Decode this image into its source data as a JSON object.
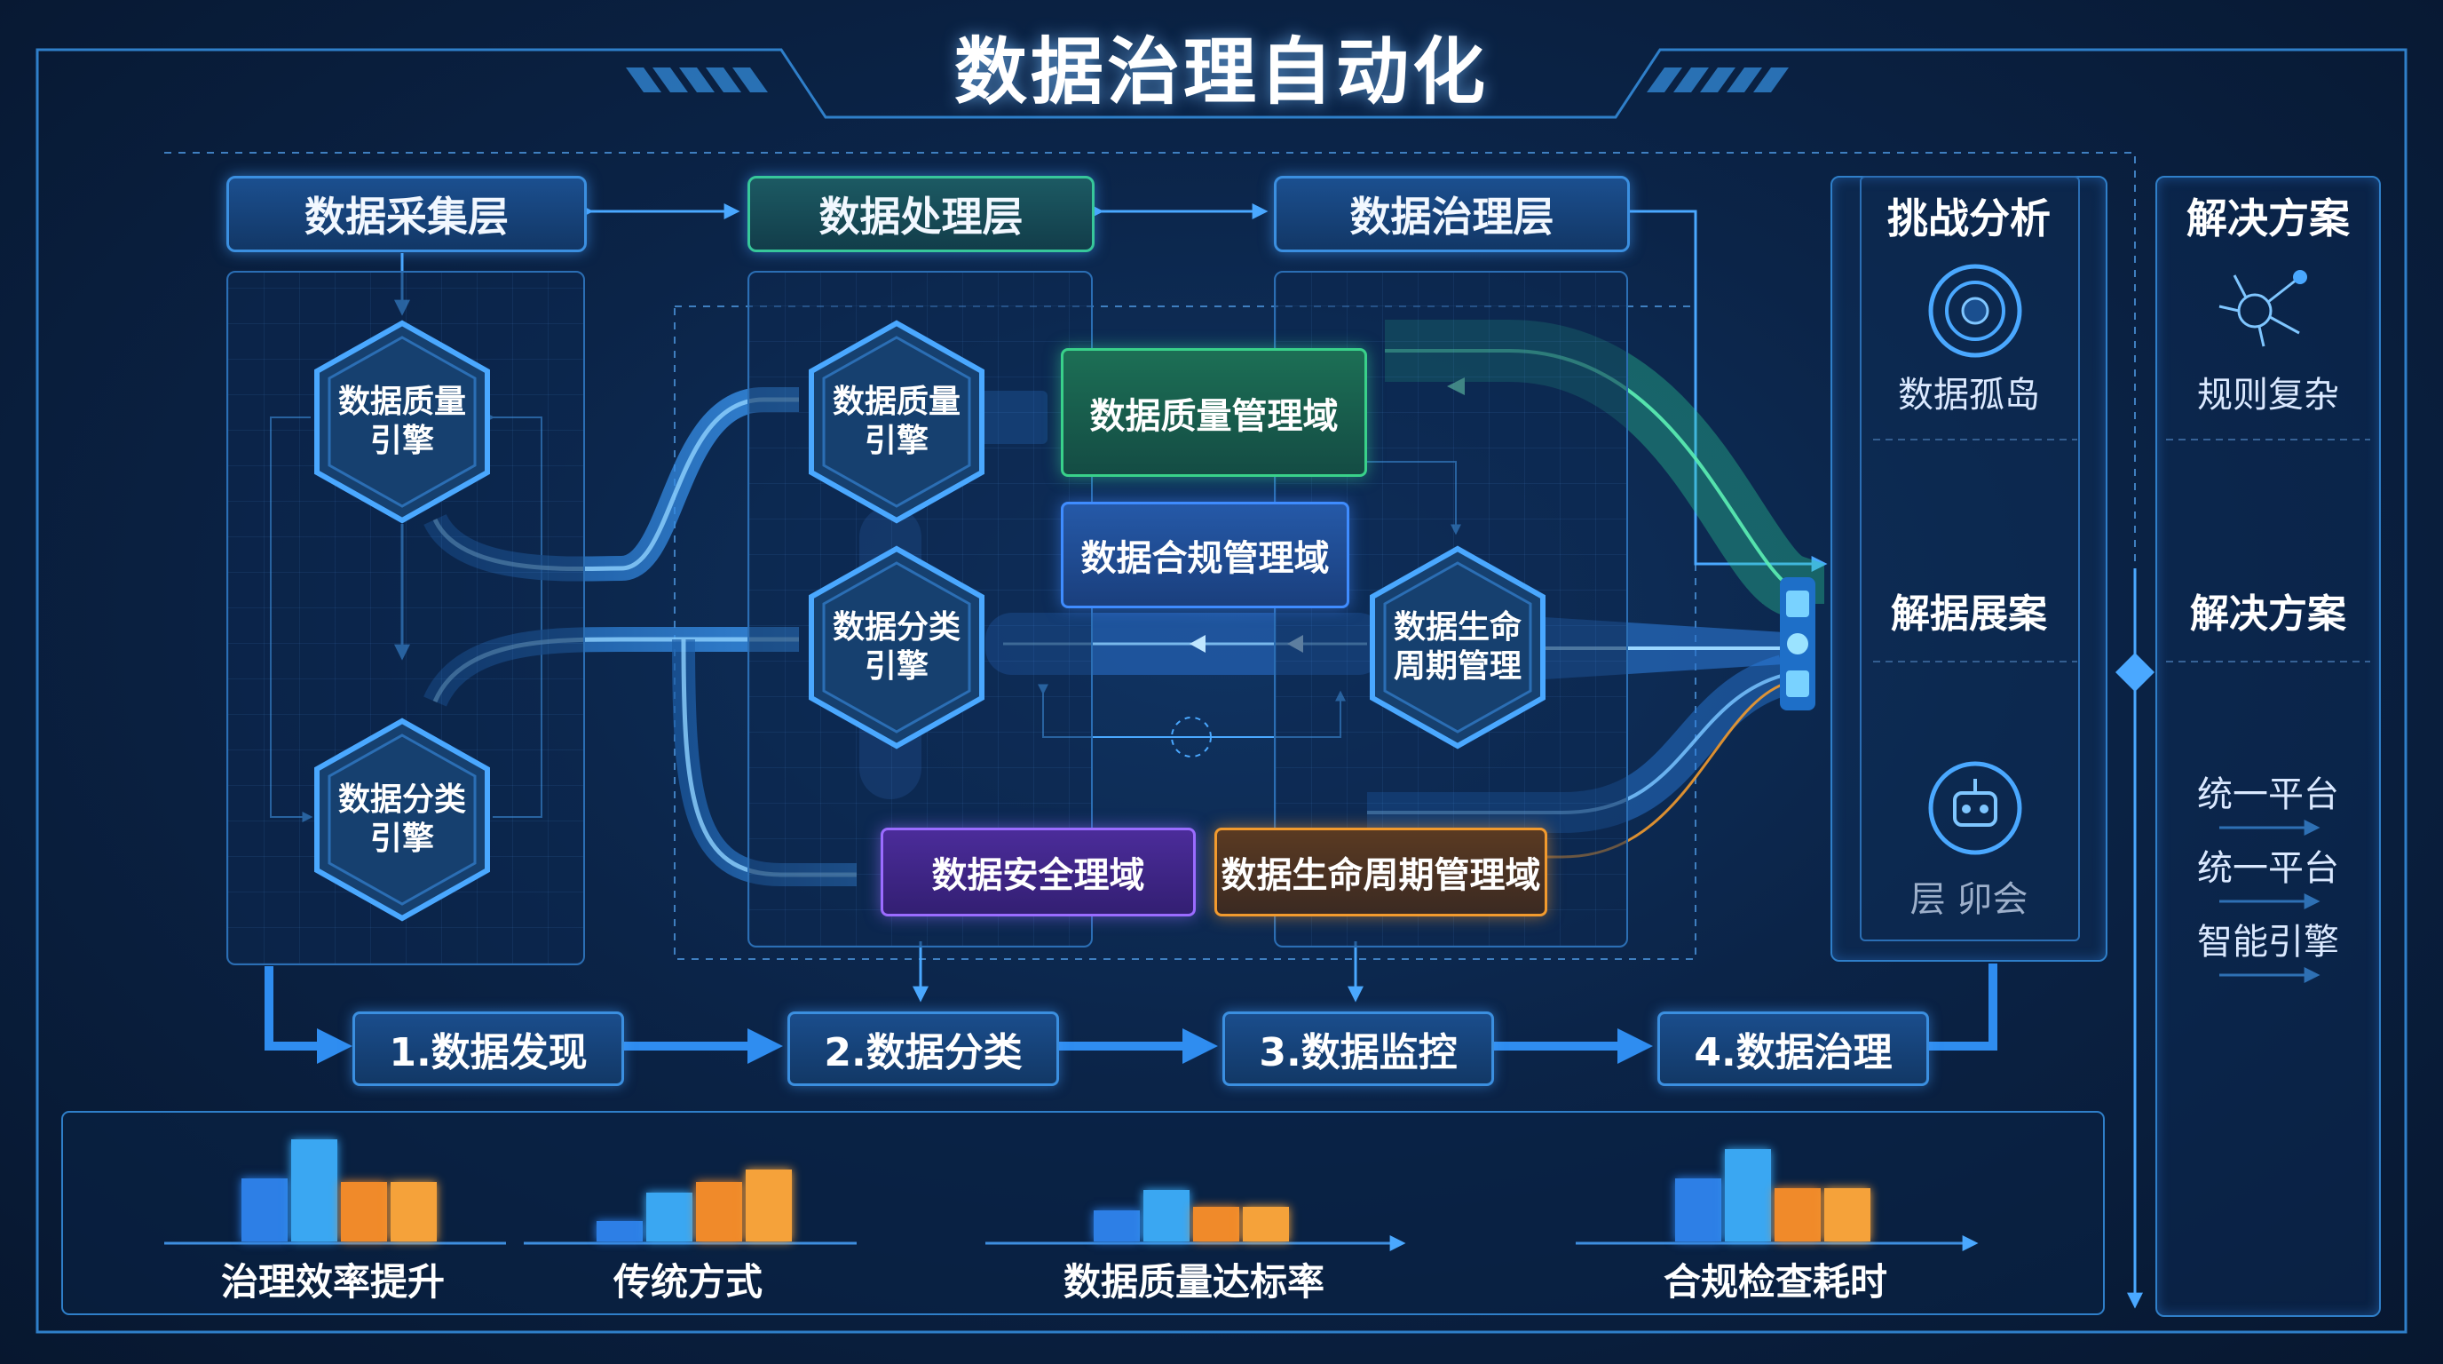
{
  "title": "数据治理自动化",
  "layers": {
    "collect": "数据采集层",
    "process": "数据处理层",
    "govern": "数据治理层"
  },
  "engines": {
    "collect_quality": "数据质量引擎",
    "collect_classify": "数据分类引擎",
    "process_quality": "数据质量引擎",
    "process_classify": "数据分类引擎",
    "lifecycle": "数据生命周期管理"
  },
  "domains": {
    "quality": "数据质量管理域",
    "compliance": "数据合规管理域",
    "security": "数据安全理域",
    "lifecycle": "数据生命周期管理域"
  },
  "steps": [
    "1.数据发现",
    "2.数据分类",
    "3.数据监控",
    "4.数据治理"
  ],
  "challenge": {
    "head": "挑战分析",
    "item1": "数据孤岛",
    "item2": "解据展案",
    "item3": "层 卯会"
  },
  "solution": {
    "head": "解决方案",
    "item1": "规则复杂",
    "item2": "解决方案",
    "item3": "统一平台",
    "item4": "统一平台",
    "item5": "智能引擎"
  },
  "chart_data": [
    {
      "type": "bar",
      "title": "治理效率提升",
      "values": [
        62,
        100,
        58,
        58
      ],
      "colors": [
        "#2d7fe6",
        "#3aa7f2",
        "#f08a2a",
        "#f5a23a"
      ]
    },
    {
      "type": "bar",
      "title": "传统方式",
      "values": [
        20,
        48,
        58,
        70
      ],
      "colors": [
        "#2d7fe6",
        "#3aa7f2",
        "#f08a2a",
        "#f5a23a"
      ]
    },
    {
      "type": "bar",
      "title": "数据质量达标率",
      "values": [
        30,
        50,
        34,
        34
      ],
      "colors": [
        "#2d7fe6",
        "#3aa7f2",
        "#f08a2a",
        "#f5a23a"
      ]
    },
    {
      "type": "bar",
      "title": "合规检查耗时",
      "values": [
        62,
        90,
        52,
        52
      ],
      "colors": [
        "#2d7fe6",
        "#3aa7f2",
        "#f08a2a",
        "#f5a23a"
      ]
    }
  ]
}
